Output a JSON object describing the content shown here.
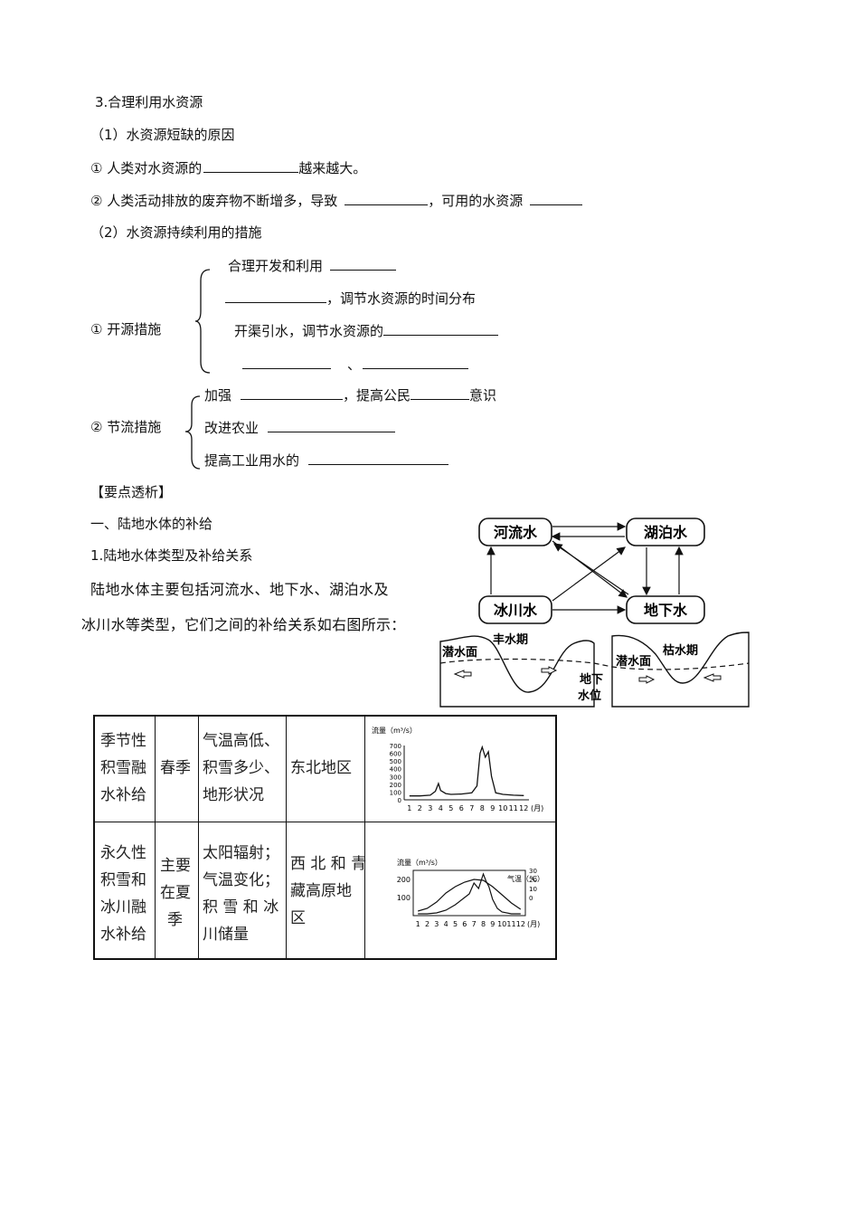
{
  "section3": {
    "title": "3.合理利用水资源",
    "sub1": "（1）水资源短缺的原因",
    "item1_a": "①  人类对水资源的",
    "item1_b": "越来越大。",
    "item2_a": "②  人类活动排放的废弃物不断增多，导致",
    "item2_b": "，可用的水资源",
    "sub2": "（2）水资源持续利用的措施",
    "kaiyuan_label": "①  开源措施",
    "kaiyuan_1": "合理开发和利用",
    "kaiyuan_2": "，调节水资源的时间分布",
    "kaiyuan_3": "开渠引水，调节水资源的",
    "kaiyuan_4_sep": "、",
    "jieliu_label": "②  节流措施",
    "jieliu_1a": "加强",
    "jieliu_1b": "，提高公民",
    "jieliu_1c": "意识",
    "jieliu_2": "改进农业",
    "jieliu_3": "提高工业用水的"
  },
  "analysis": {
    "heading": "【要点透析】",
    "sub": "一、陆地水体的补给",
    "point": "1.陆地水体类型及补给关系",
    "para1": "陆地水体主要包括河流水、地下水、湖泊水及",
    "para2": "冰川水等类型，它们之间的补给关系如右图所示："
  },
  "diagram": {
    "river": "河流水",
    "lake": "湖泊水",
    "glacier": "冰川水",
    "ground": "地下水"
  },
  "cross_section": {
    "left_label": "潜水面",
    "left_title": "丰水期",
    "right_label": "潜水面",
    "right_title": "枯水期",
    "middle_1": "地下",
    "middle_2": "水位"
  },
  "table": {
    "rows": [
      {
        "type": [
          "季节性",
          "积雪融",
          "水补给"
        ],
        "season": [
          "春季"
        ],
        "factors": [
          "气温高低、",
          "积雪多少、",
          "地形状况"
        ],
        "region": [
          "东北地区"
        ]
      },
      {
        "type": [
          "永久性",
          "积雪和",
          "冰川融",
          "水补给"
        ],
        "season": [
          "主要",
          "在夏",
          "季"
        ],
        "factors": [
          "太阳辐射；",
          "气温变化；",
          "积 雪 和 冰",
          "川储量"
        ],
        "region": [
          "西 北 和 青",
          "藏高原地",
          "区"
        ]
      }
    ],
    "chart1": {
      "ylabel": "流量（m³/s）",
      "yticks": [
        "700",
        "600",
        "500",
        "400",
        "300",
        "200",
        "100",
        "0"
      ],
      "xticks": [
        "1",
        "2",
        "3",
        "4",
        "5",
        "6",
        "7",
        "8",
        "9",
        "10",
        "11",
        "12"
      ],
      "xunit": "(月)"
    },
    "chart2": {
      "ylabel": "流量（m³/s）",
      "templabel": "气温（℃）",
      "yticks": [
        "200",
        "100"
      ],
      "tticks": [
        "30",
        "20",
        "10",
        "0"
      ],
      "xticks": [
        "1",
        "2",
        "3",
        "4",
        "5",
        "6",
        "7",
        "8",
        "9",
        "10",
        "11",
        "12"
      ],
      "xunit": "(月)"
    }
  },
  "chart_data": [
    {
      "type": "line",
      "title": "",
      "ylabel": "流量（m³/s）",
      "xlabel": "(月)",
      "x": [
        1,
        2,
        3,
        3.5,
        3.8,
        4,
        4.5,
        5,
        6,
        7,
        7.5,
        7.8,
        8,
        8.3,
        8.6,
        8.9,
        9.3,
        10,
        11,
        12
      ],
      "values": [
        50,
        50,
        60,
        110,
        210,
        120,
        80,
        70,
        75,
        90,
        180,
        600,
        680,
        550,
        620,
        300,
        90,
        70,
        60,
        55
      ],
      "ylim": [
        0,
        700
      ]
    },
    {
      "type": "line",
      "title": "",
      "ylabel": "流量（m³/s）",
      "xlabel": "(月)",
      "series": [
        {
          "name": "流量",
          "x": [
            1,
            2,
            3,
            4,
            5,
            6,
            6.5,
            7,
            7.5,
            8,
            8.3,
            8.6,
            9,
            9.5,
            10,
            11,
            12
          ],
          "values": [
            10,
            10,
            15,
            30,
            60,
            100,
            120,
            180,
            150,
            230,
            190,
            160,
            90,
            40,
            20,
            10,
            10
          ]
        },
        {
          "name": "气温",
          "x": [
            1,
            2,
            3,
            4,
            5,
            6,
            7,
            8,
            9,
            10,
            11,
            12
          ],
          "values": [
            -15,
            -12,
            -5,
            5,
            12,
            17,
            20,
            19,
            12,
            3,
            -6,
            -13
          ]
        }
      ],
      "ylim": [
        0,
        250
      ]
    }
  ]
}
